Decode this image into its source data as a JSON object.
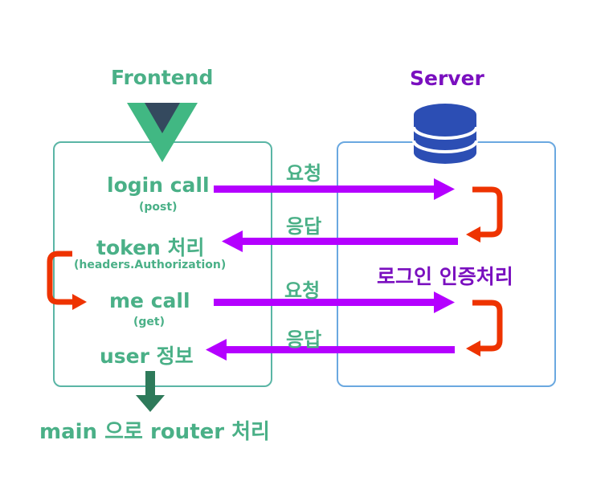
{
  "frontend": {
    "title": "Frontend",
    "login_call": "login call",
    "login_method": "(post)",
    "token": "token 처리",
    "token_detail": "(headers.Authorization)",
    "me_call": "me call",
    "me_method": "(get)",
    "user_info": "user 정보",
    "router": "main 으로 router 처리"
  },
  "server": {
    "title": "Server",
    "auth": "로그인 인증처리"
  },
  "arrows": {
    "request1": "요청",
    "response1": "응답",
    "request2": "요청",
    "response2": "응답"
  },
  "colors": {
    "frontend_green": "#4ab087",
    "frontend_box_border": "#5ab5a5",
    "server_purple": "#7a0fbf",
    "server_box_border": "#6aa8e0",
    "arrow_purple": "#b400ff",
    "loop_red": "#ee3300",
    "vue_green": "#41b883",
    "vue_dark": "#34495e",
    "db_blue": "#2c4eb4",
    "down_arrow": "#2e7a5a"
  }
}
